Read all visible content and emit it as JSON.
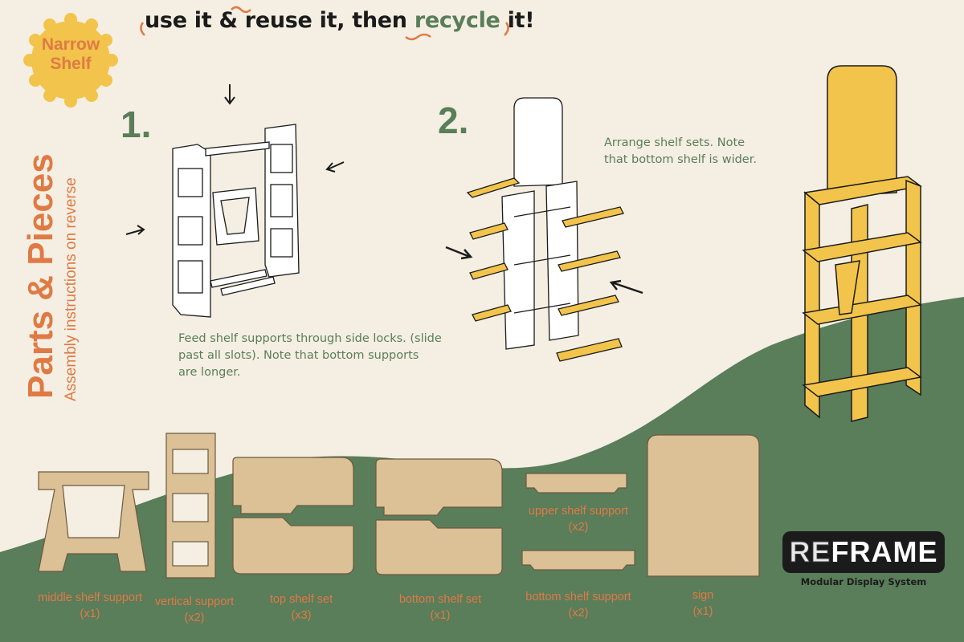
{
  "badge": {
    "line1": "Narrow",
    "line2": "Shelf"
  },
  "headline": {
    "part1": "use it & reuse it, then ",
    "highlight": "recycle",
    "part2": " it!"
  },
  "sidebar": {
    "title": "Parts & Pieces",
    "subtitle": "Assembly instructions on reverse"
  },
  "steps": [
    {
      "number": "1.",
      "lines": [
        "Feed shelf supports through side locks. (slide",
        "past all slots). Note that bottom supports",
        "are longer."
      ]
    },
    {
      "number": "2.",
      "lines": [
        "Arrange shelf sets. Note",
        "that bottom shelf is wider."
      ]
    }
  ],
  "parts": [
    {
      "name": "middle shelf support",
      "qty": "(x1)"
    },
    {
      "name": "vertical support",
      "qty": "(x2)"
    },
    {
      "name": "top shelf set",
      "qty": "(x3)"
    },
    {
      "name": "bottom shelf set",
      "qty": "(x1)"
    },
    {
      "name": "upper shelf support",
      "qty": "(x2)"
    },
    {
      "name": "bottom shelf support",
      "qty": "(x2)"
    },
    {
      "name": "sign",
      "qty": "(x1)"
    }
  ],
  "brand": {
    "logo_a": "RE",
    "logo_b": "FRAME",
    "tagline": "Modular Display System"
  },
  "colors": {
    "background": "#f4efe2",
    "green": "#5a7d5a",
    "orange": "#e07a45",
    "yellow": "#f2c44b",
    "kraft": "#dcc096",
    "black": "#1b1b1b"
  }
}
